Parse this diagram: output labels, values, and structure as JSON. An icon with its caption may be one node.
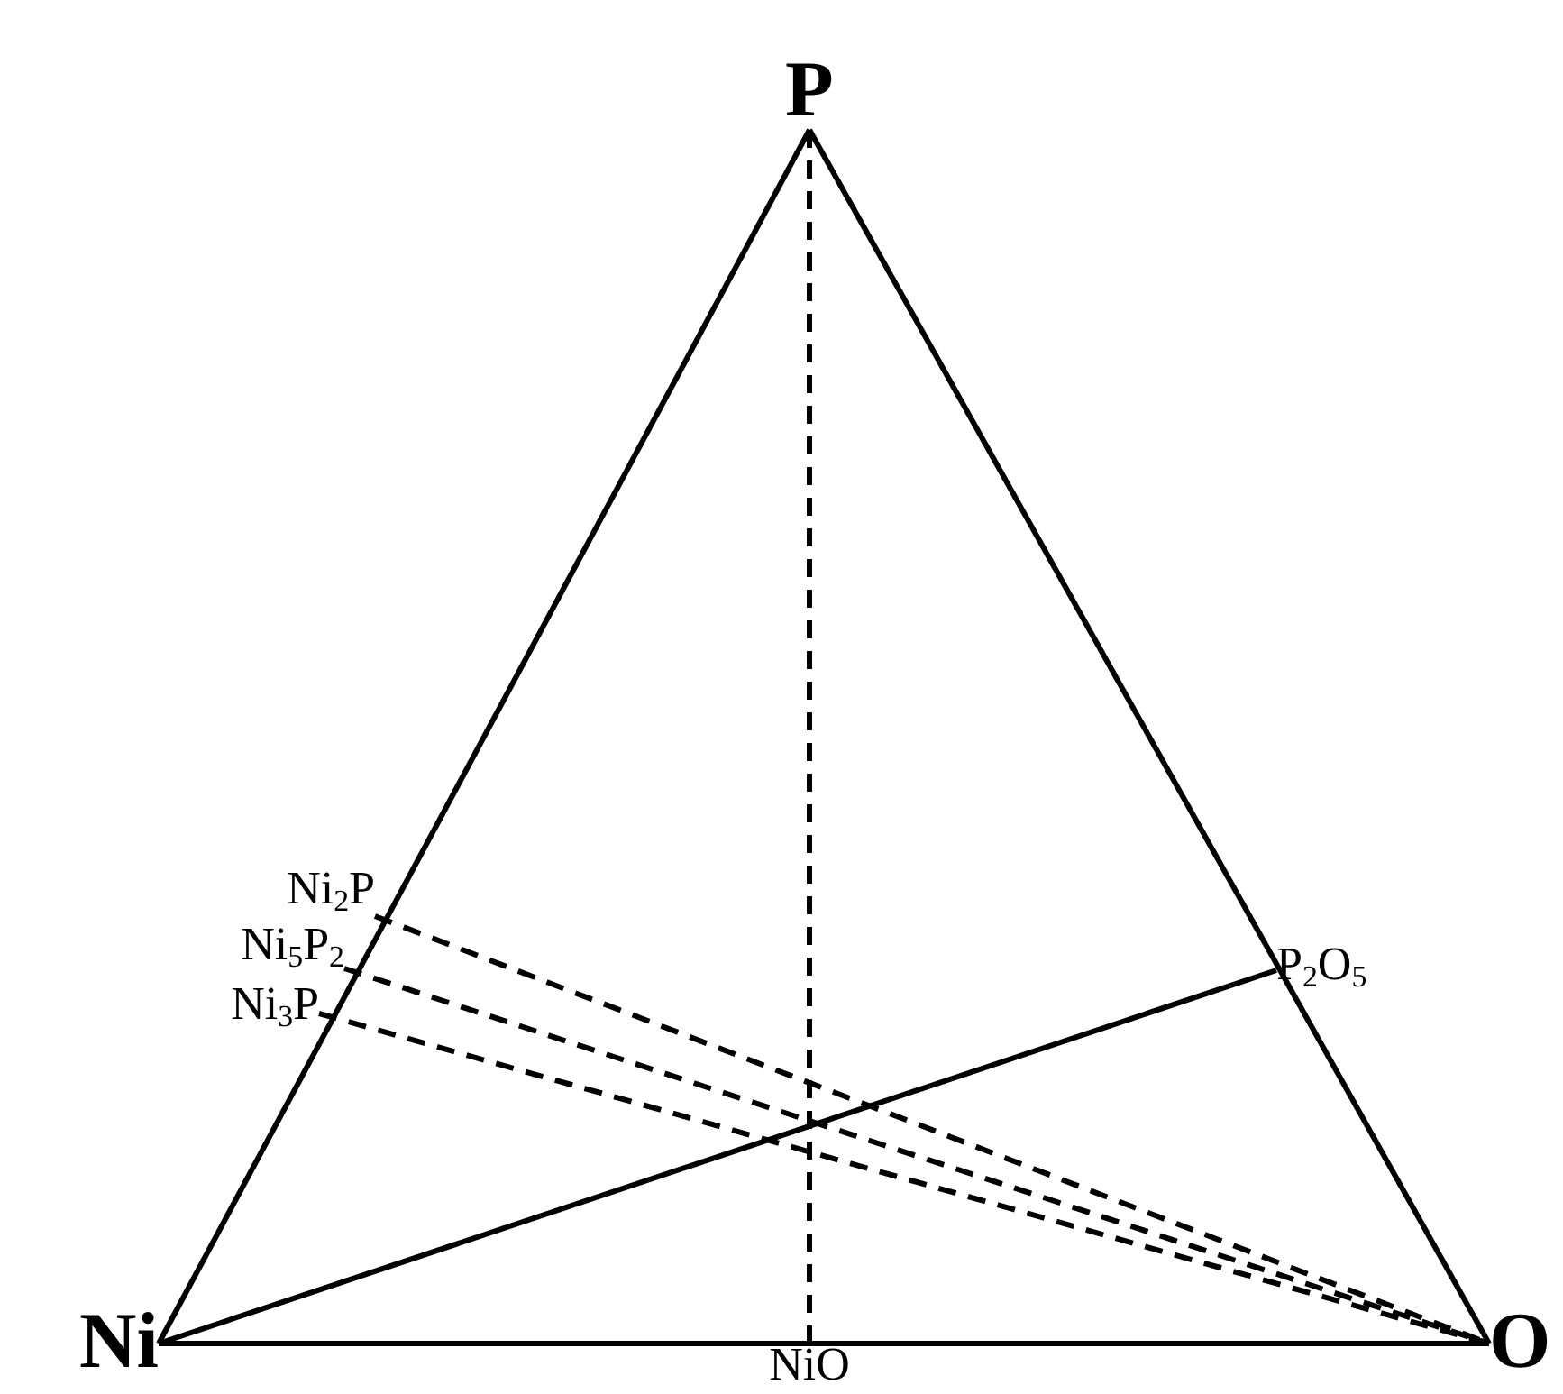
{
  "diagram": {
    "nodes": [
      {
        "text": [
          "P"
        ]
      },
      {
        "text": [
          "Ni$_{2}$P"
        ]
      },
      {
        "text": [
          "Ni$_{5}$P$_{2}$"
        ]
      },
      {
        "text": [
          "Ni$_{3}$P"
        ]
      },
      {
        "text": [
          "P$_{2}$O$_{5}$"
        ]
      },
      {
        "text": [
          "Ni"
        ]
      },
      {
        "text": [
          "O"
        ]
      },
      {
        "text": [
          "NiO"
        ]
      }
    ],
    "edges": [
      {
        "from": 5,
        "to": 0,
        "arrow": "none"
      },
      {
        "from": 0,
        "to": 6,
        "arrow": "none"
      },
      {
        "from": 5,
        "to": 6,
        "arrow": "none"
      },
      {
        "from": 0,
        "to": 7,
        "arrow": "none",
        "style": "dashed"
      },
      {
        "from": 1,
        "to": 6,
        "arrow": "none",
        "style": "dashed"
      },
      {
        "from": 2,
        "to": 6,
        "arrow": "none",
        "style": "dashed"
      },
      {
        "from": 3,
        "to": 6,
        "arrow": "none",
        "style": "dashed"
      },
      {
        "from": 5,
        "to": 4,
        "arrow": "none"
      }
    ]
  }
}
